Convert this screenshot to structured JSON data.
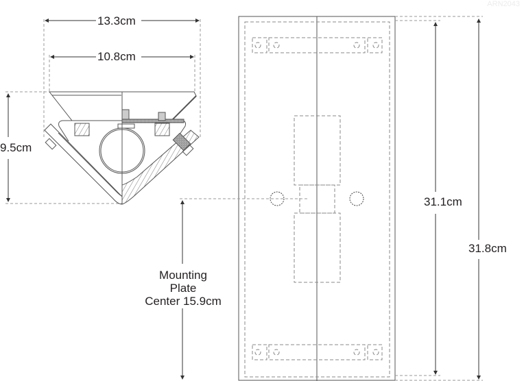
{
  "watermark": "ARN2043",
  "side_view": {
    "overall_width": "13.3cm",
    "shade_width": "10.8cm",
    "depth": "9.5cm"
  },
  "back_view": {
    "plate_height": "31.1cm",
    "overall_height": "31.8cm",
    "mounting_label": {
      "line1": "Mounting",
      "line2": "Plate",
      "line3": "Center 15.9cm"
    }
  },
  "colors": {
    "line": "#555555",
    "dash": "#8a8a8a",
    "text": "#231f20"
  }
}
